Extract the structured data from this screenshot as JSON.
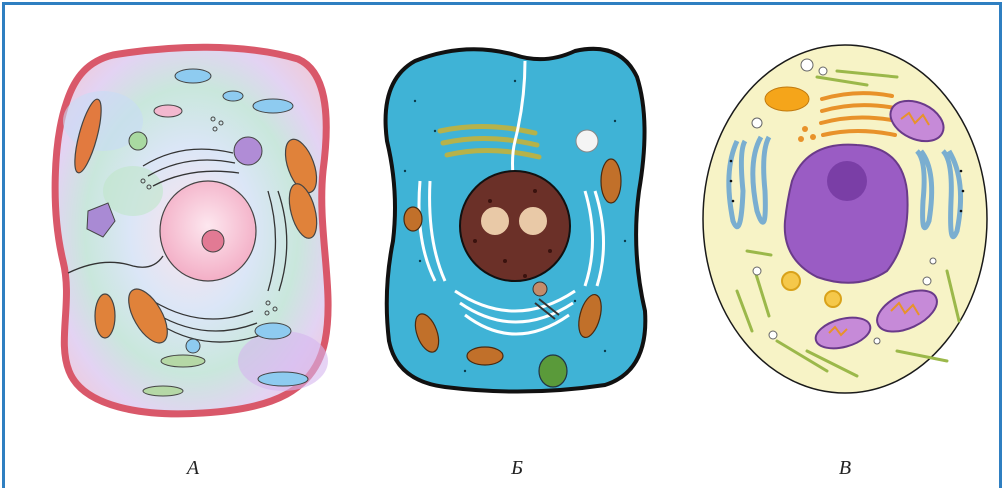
{
  "labels": {
    "a": "А",
    "b": "Б",
    "c": "В"
  },
  "colors": {
    "frame": "#2f7fc1",
    "cellA_membrane": "#d9586a",
    "cellB_cytoplasm": "#3fb3d6",
    "cellC_cytoplasm": "#f7f3c6",
    "mitochondria": "#d9782a",
    "nucleus_c": "#9a5cc4"
  }
}
